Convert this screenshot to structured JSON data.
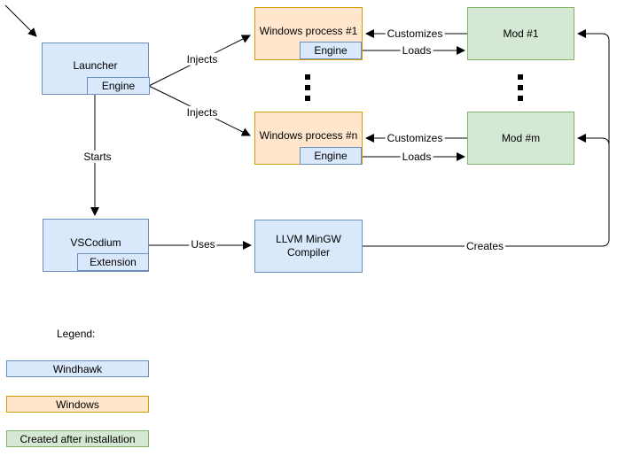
{
  "diagram": {
    "nodes": {
      "launcher": {
        "label": "Launcher",
        "sub_label": "Engine"
      },
      "windows_process_1": {
        "label": "Windows process #1",
        "sub_label": "Engine"
      },
      "mod_1": {
        "label": "Mod #1"
      },
      "windows_process_n": {
        "label": "Windows process #n",
        "sub_label": "Engine"
      },
      "mod_m": {
        "label": "Mod #m"
      },
      "vscodium": {
        "label": "VSCodium",
        "sub_label": "Extension"
      },
      "llvm_compiler": {
        "label": "LLVM MinGW Compiler"
      }
    },
    "edge_labels": {
      "injects_top": "Injects",
      "injects_bottom": "Injects",
      "customizes_top": "Customizes",
      "customizes_bottom": "Customizes",
      "loads_top": "Loads",
      "loads_bottom": "Loads",
      "starts": "Starts",
      "uses": "Uses",
      "creates": "Creates"
    },
    "legend": {
      "title": "Legend:",
      "items": [
        {
          "label": "Windhawk"
        },
        {
          "label": "Windows"
        },
        {
          "label": "Created after installation"
        }
      ]
    },
    "palette": {
      "windhawk": {
        "fill": "#dae8fc",
        "stroke": "#6c8ebf"
      },
      "windows": {
        "fill": "#ffe6cc",
        "stroke": "#d79b00"
      },
      "created_after_installation": {
        "fill": "#d5e8d4",
        "stroke": "#82b366"
      },
      "line": "#000000"
    },
    "icons": {
      "more_items": "vertical-ellipsis"
    }
  }
}
